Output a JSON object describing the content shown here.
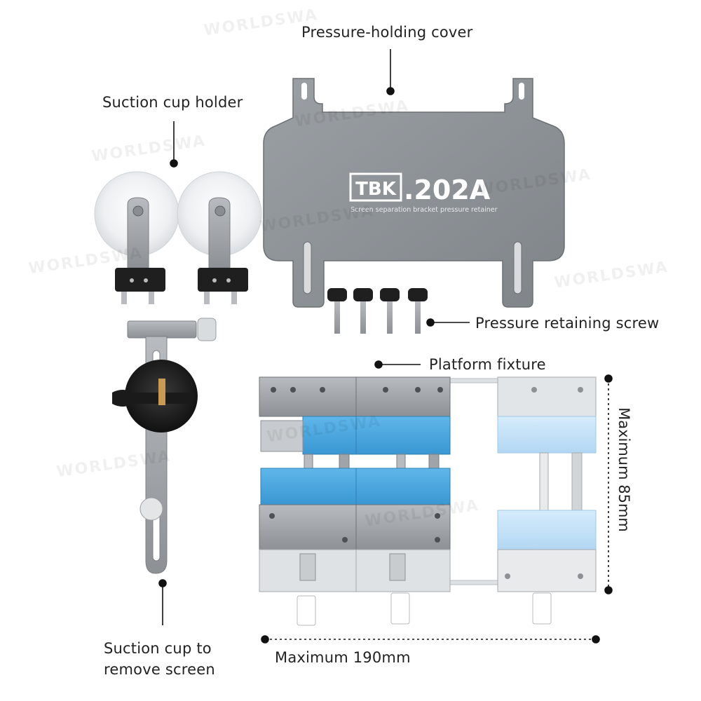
{
  "labels": {
    "pressure_cover": "Pressure-holding cover",
    "suction_holder": "Suction cup holder",
    "retaining_screw": "Pressure retaining screw",
    "platform_fixture": "Platform fixture",
    "suction_remove": "Suction cup to remove screen",
    "max_height": "Maximum 85mm",
    "max_width": "Maximum 190mm"
  },
  "plate": {
    "brand": "TBK",
    "model": ".202A",
    "subtitle": "Screen separation bracket pressure retainer"
  },
  "watermark": "WORLDSWA",
  "colors": {
    "plate": "#8e9398",
    "blue": "#4aa8e0",
    "light_blue": "#bfe0f7",
    "black": "#1f1f1f",
    "steel": "#a6aaae"
  }
}
